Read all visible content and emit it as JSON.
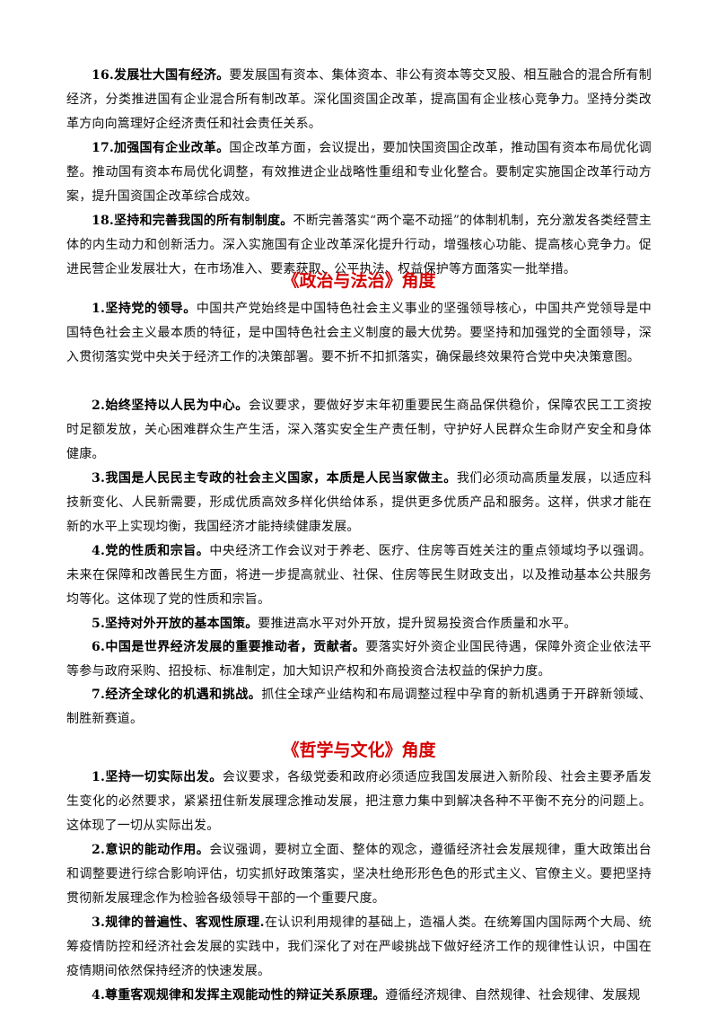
{
  "accent_color": "#d40000",
  "section1_items": [
    {
      "head": "16.发展壮大国有经济。",
      "body": "要发展国有资本、集体资本、非公有资本等交叉股、相互融合的混合所有制经济，分类推进国有企业混合所有制改革。深化国资国企改革，提高国有企业核心竞争力。坚持分类改革方向向篙理好企经济责任和社会责任关系。"
    },
    {
      "head": "17.加强国有企业改革。",
      "body": "国企改革方面，会议提出，要加快国资国企改革，推动国有资本布局优化调整。推动国有资本布局优化调整，有效推进企业战略性重组和专业化整合。要制定实施国企改革行动方案，提升国资国企改革综合成效。"
    },
    {
      "head": "18.坚持和完善我国的所有制制度。",
      "body": "不断完善落实“两个毫不动摇”的体制机制，充分激发各类经营主体的内生动力和创新活力。深入实施国有企业改革深化提升行动，增强核心功能、提高核心竞争力。促进民营企业发展壮大，在市场准入、要素获取、公平执法、权益保护等方面落实一批举措。"
    }
  ],
  "section2": {
    "title": "《政治与法治》角度",
    "items": [
      {
        "head": "1.坚持党的领导。",
        "body": "中国共产党始终是中国特色社会主义事业的坚强领导核心，中国共产党领导是中国特色社会主义最本质的特征，是中国特色社会主义制度的最大优势。要坚持和加强党的全面领导，深入贯彻落实党中央关于经济工作的决策部署。要不折不扣抓落实，确保最终效果符合党中央决策意图。"
      },
      {
        "head": "2.始终坚持以人民为中心。",
        "body": "会议要求，要做好岁末年初重要民生商品保供稳价，保障农民工工资按时足额发放，关心困难群众生产生活，深入落实安全生产责任制，守护好人民群众生命财产安全和身体健康。"
      },
      {
        "head": "3.我国是人民民主专政的社会主义国家，本质是人民当家做主。",
        "body": "我们必须动高质量发展，以适应科技新变化、人民新需要，形成优质高效多样化供给体系，提供更多优质产品和服务。这样，供求才能在新的水平上实现均衡，我国经济才能持续健康发展。"
      },
      {
        "head": "4.党的性质和宗旨。",
        "body": "中央经济工作会议对于养老、医疗、住房等百姓关注的重点领域均予以强调。未来在保障和改善民生方面，将进一步提高就业、社保、住房等民生财政支出，以及推动基本公共服务均等化。这体现了党的性质和宗旨。"
      },
      {
        "head": "5.坚持对外开放的基本国策。",
        "body": "要推进高水平对外开放，提升贸易投资合作质量和水平。"
      },
      {
        "head": "6.中国是世界经济发展的重要推动者，贡献者。",
        "body": "要落实好外资企业国民待遇，保障外资企业依法平等参与政府采购、招投标、标准制定，加大知识产权和外商投资合法权益的保护力度。"
      },
      {
        "head": "7.经济全球化的机遇和挑战。",
        "body": "抓住全球产业结构和布局调整过程中孕育的新机遇勇于开辟新领域、制胜新赛道。"
      }
    ]
  },
  "section3": {
    "title": "《哲学与文化》角度",
    "items": [
      {
        "head": "1.坚持一切实际出发。",
        "body": "会议要求，各级党委和政府必须适应我国发展进入新阶段、社会主要矛盾发生变化的必然要求，紧紧扭住新发展理念推动发展，把注意力集中到解决各种不平衡不充分的问题上。这体现了一切从实际出发。"
      },
      {
        "head": "2.意识的能动作用。",
        "body": "会议强调，要树立全面、整体的观念，遵循经济社会发展规律，重大政策出台和调整要进行综合影响评估，切实抓好政策落实，坚决杜绝形形色色的形式主义、官僚主义。要把坚持贯彻新发展理念作为检验各级领导干部的一个重要尺度。"
      },
      {
        "head": "3.规律的普遍性、客观性原理.",
        "body": "在认识利用规律的基础上，造福人类。在统筹国内国际两个大局、统筹疫情防控和经济社会发展的实践中，我们深化了对在严峻挑战下做好经济工作的规律性认识，中国在疫情期间依然保持经济的快速发展。"
      },
      {
        "head": "4.尊重客观规律和发挥主观能动性的辩证关系原理。",
        "body": "遵循经济规律、自然规律、社会规律、发展规"
      }
    ]
  }
}
